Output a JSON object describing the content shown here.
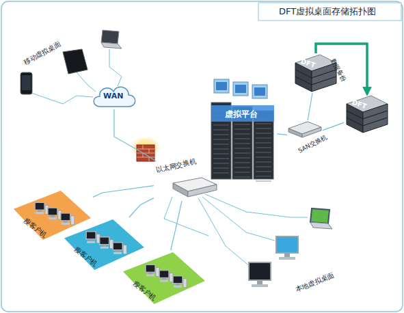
{
  "diagram": {
    "title": "DFT虚拟桌面存储拓扑图",
    "nodes": [
      {
        "text": [
          "WAN"
        ]
      },
      {
        "text": [
          "虚拟平台"
        ]
      },
      {
        "text": [
          "DFT"
        ]
      },
      {
        "text": [
          "DFT"
        ]
      },
      {
        "text": [
          "SAN交换机"
        ]
      },
      {
        "text": [
          "以太网交换机"
        ]
      },
      {
        "text": [
          "瘦客户机"
        ]
      },
      {
        "text": [
          "瘦客户机"
        ]
      },
      {
        "text": [
          "瘦客户机"
        ]
      }
    ],
    "edges": [
      {
        "from": 0,
        "to": 5,
        "arrow": "none"
      },
      {
        "from": 2,
        "to": 3,
        "label": "数据备份",
        "arrow": "to"
      },
      {
        "from": 1,
        "to": 5,
        "arrow": "none"
      },
      {
        "from": 1,
        "to": 4,
        "arrow": "none"
      },
      {
        "from": 4,
        "to": 2,
        "arrow": "none"
      },
      {
        "from": 4,
        "to": 3,
        "arrow": "none"
      },
      {
        "from": 5,
        "to": 6,
        "arrow": "none"
      },
      {
        "from": 5,
        "to": 7,
        "arrow": "none"
      },
      {
        "from": 5,
        "to": 8,
        "arrow": "none"
      }
    ],
    "labels": [
      "移动虚拟桌面",
      "本地虚拟桌面"
    ]
  }
}
